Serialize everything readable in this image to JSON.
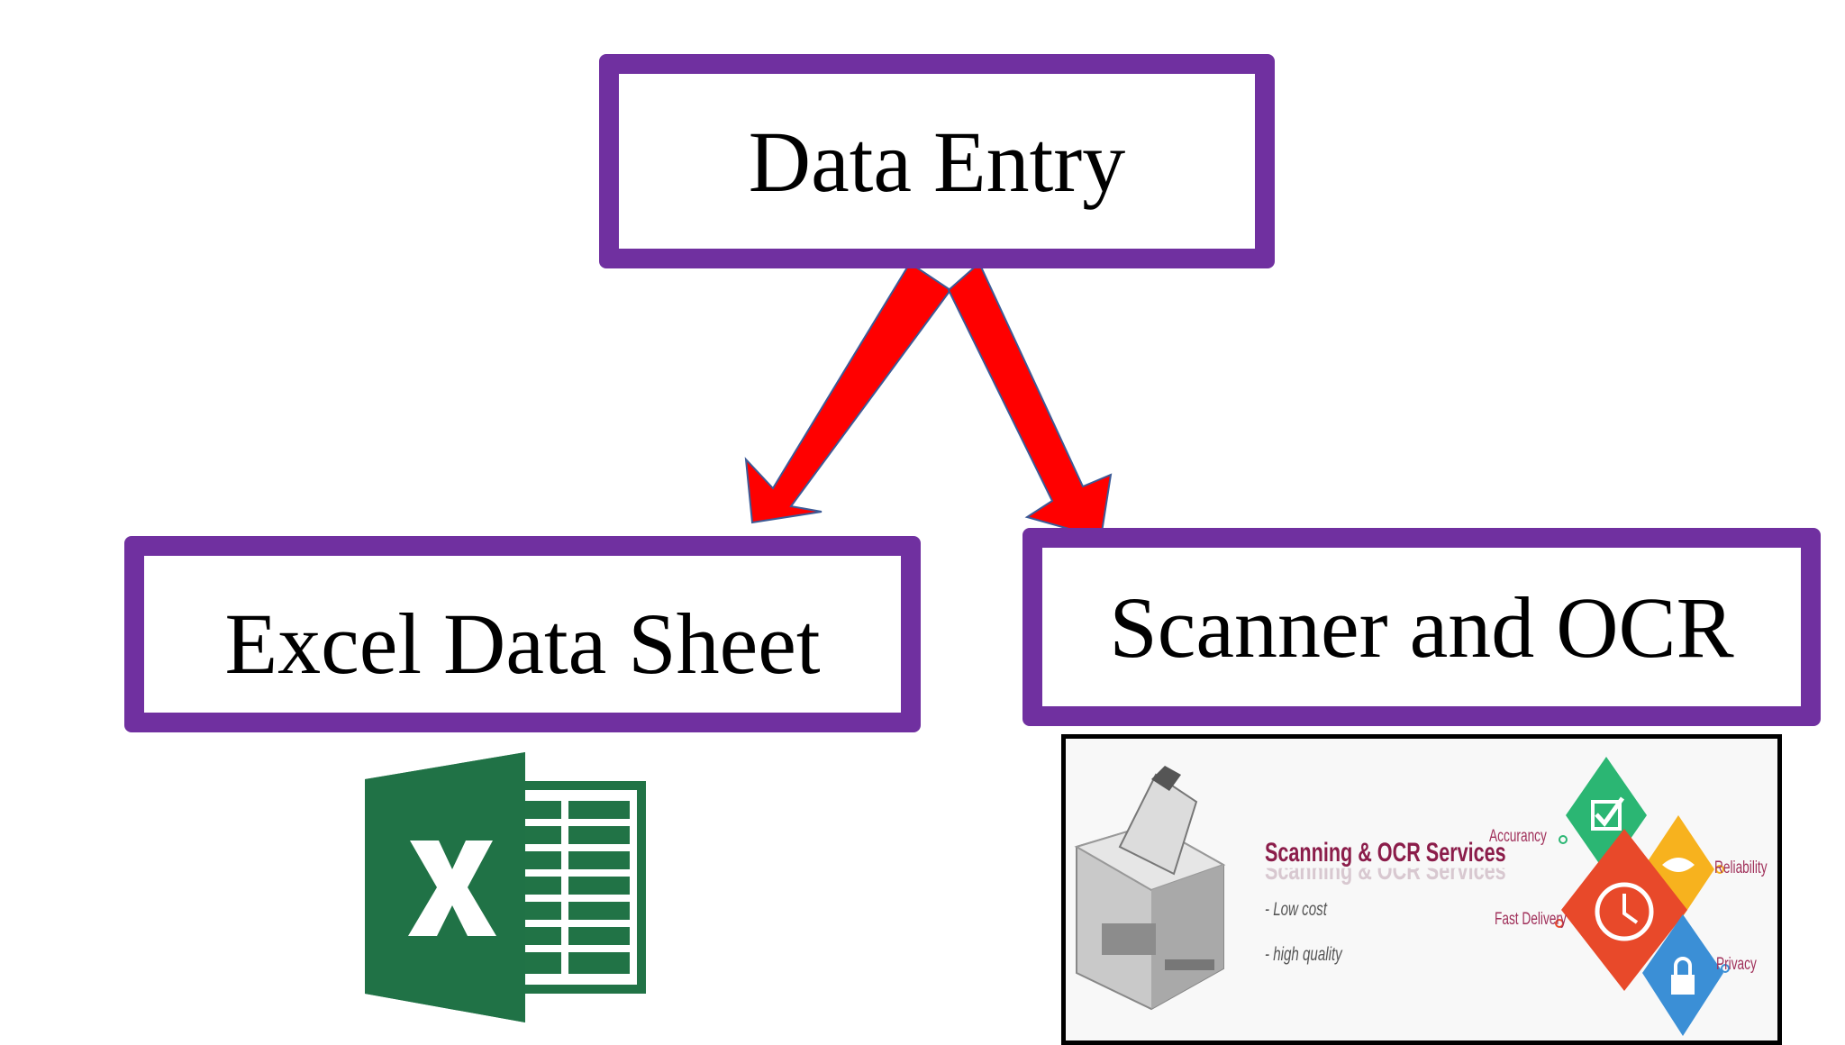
{
  "diagram": {
    "root": {
      "label": "Data Entry"
    },
    "children": [
      {
        "label": "Excel Data Sheet"
      },
      {
        "label": "Scanner and OCR"
      }
    ],
    "colors": {
      "box_border": "#7030a0",
      "arrow_fill": "#ff0000",
      "excel_green": "#217346"
    },
    "icons": {
      "excel": "excel-logo-icon",
      "scanner": "document-scanner-icon"
    }
  },
  "ocr_panel": {
    "heading": "Scanning & OCR Services",
    "bullets": [
      "- Low cost",
      "- high quality"
    ],
    "attributes": {
      "accuracy": "Accurancy",
      "reliability": "Reliability",
      "fast_delivery": "Fast Delivery",
      "privacy": "Privacy"
    }
  }
}
